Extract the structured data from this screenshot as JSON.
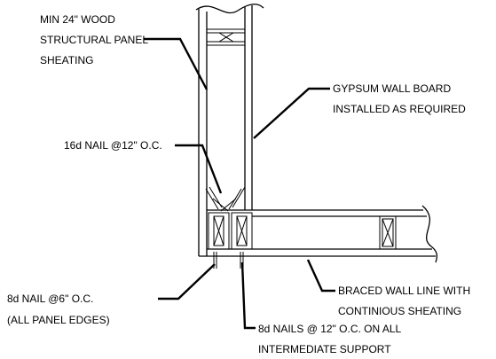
{
  "labels": {
    "sheathing_line1": "MIN 24\" WOOD",
    "sheathing_line2": "STRUCTURAL PANEL",
    "sheathing_line3": "SHEATING",
    "gypsum_line1": "GYPSUM WALL BOARD",
    "gypsum_line2": "INSTALLED AS REQUIRED",
    "nail16_line1": "16d NAIL @12\" O.C.",
    "nail8_edge_line1": "8d NAIL @6\" O.C.",
    "nail8_edge_line2": "(ALL PANEL EDGES)",
    "braced_line1": "BRACED WALL LINE WITH",
    "braced_line2": "CONTINIOUS SHEATING",
    "nail8_inter_line1": "8d NAILS @ 12\" O.C. ON ALL",
    "nail8_inter_line2": "INTERMEDIATE SUPPORT"
  }
}
